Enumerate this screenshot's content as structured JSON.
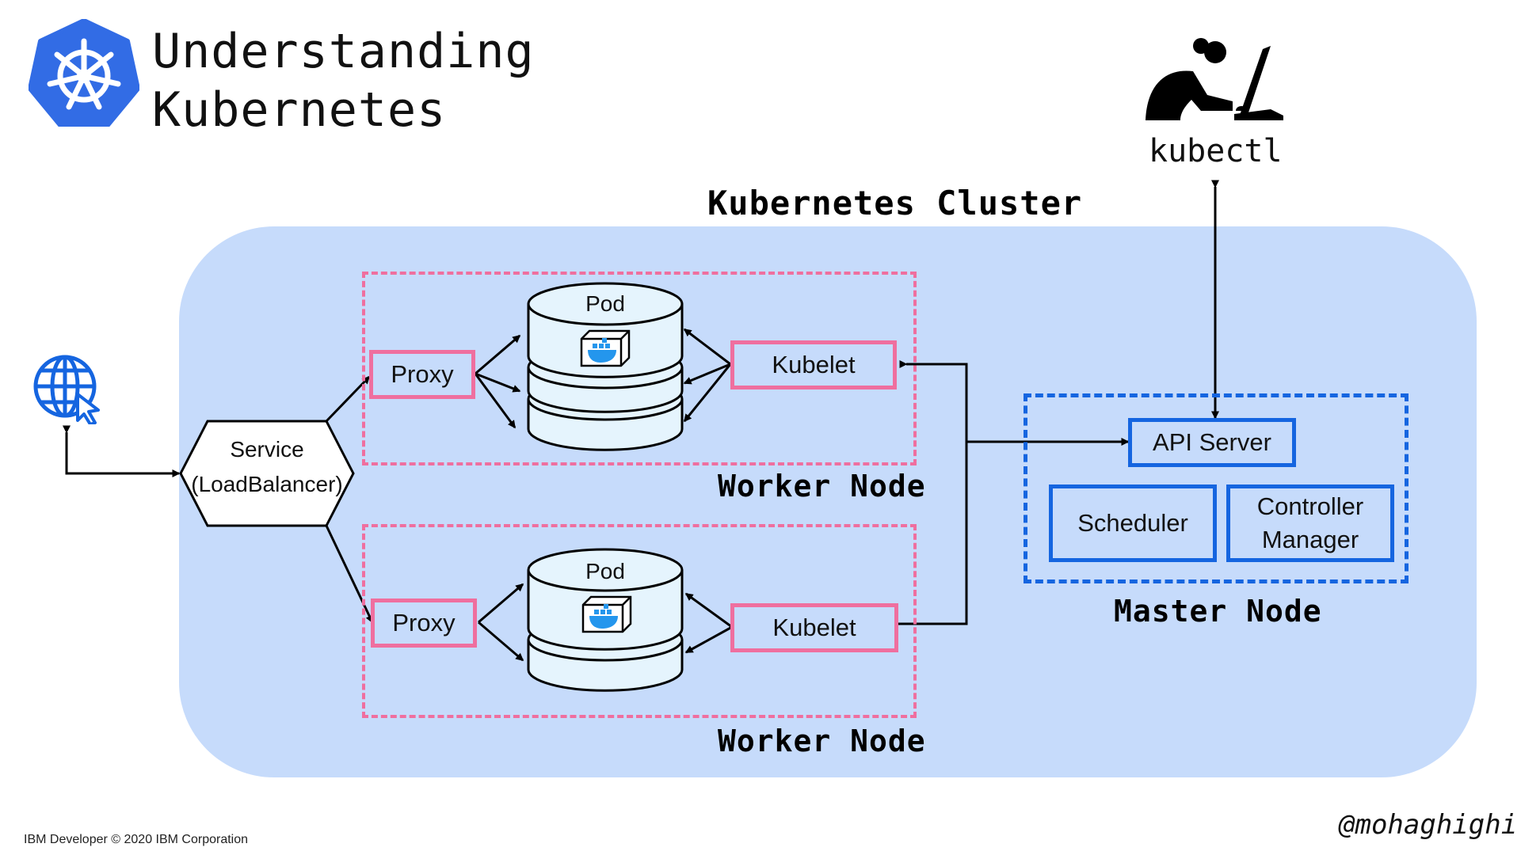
{
  "header": {
    "title_line1": "Understanding",
    "title_line2": "Kubernetes"
  },
  "kubectl": {
    "label": "kubectl"
  },
  "cluster": {
    "label": "Kubernetes Cluster"
  },
  "service": {
    "line1": "Service",
    "line2": "(LoadBalancer)"
  },
  "worker_nodes": [
    {
      "label": "Worker Node",
      "proxy": "Proxy",
      "pod": "Pod",
      "kubelet": "Kubelet"
    },
    {
      "label": "Worker Node",
      "proxy": "Proxy",
      "pod": "Pod",
      "kubelet": "Kubelet"
    }
  ],
  "master_node": {
    "label": "Master Node",
    "api_server": "API Server",
    "scheduler": "Scheduler",
    "controller_manager_line1": "Controller",
    "controller_manager_line2": "Manager"
  },
  "footer": {
    "copyright": "IBM Developer © 2020 IBM Corporation",
    "handle": "@mohaghighi"
  },
  "colors": {
    "k8s_blue": "#326ce5",
    "cluster_bg": "#c6dbfb",
    "worker_border": "#ef6f9f",
    "master_border": "#1565e0",
    "docker_blue": "#2496ed"
  },
  "icons": [
    "kubernetes-logo-icon",
    "globe-cursor-icon",
    "person-at-computer-icon",
    "docker-container-icon"
  ]
}
